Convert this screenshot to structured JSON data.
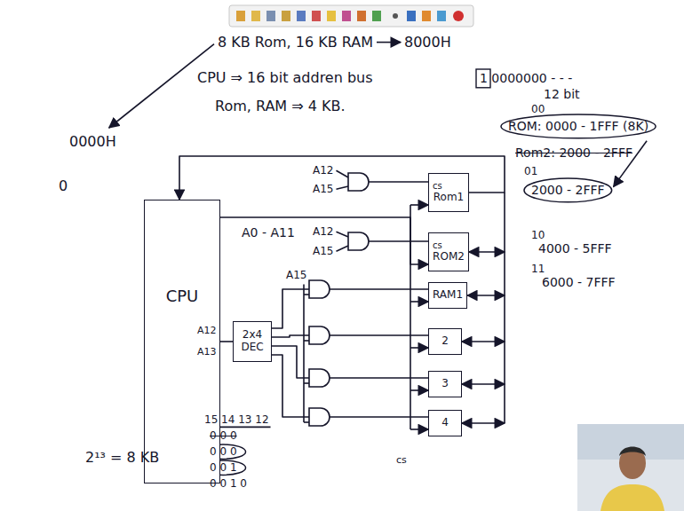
{
  "diagram": {
    "nodes": [
      {
        "text": [
          "CPU"
        ]
      },
      {
        "text": [
          "2x4 DEC"
        ]
      },
      {
        "text": [
          "cs",
          "Rom1"
        ]
      },
      {
        "text": [
          "cs",
          "ROM2"
        ]
      },
      {
        "text": [
          "RAM1"
        ]
      },
      {
        "text": [
          "2"
        ]
      },
      {
        "text": [
          "3"
        ]
      },
      {
        "text": [
          "4"
        ]
      }
    ],
    "edges": [
      {
        "from": 2,
        "to": 0,
        "arrow": "to"
      },
      {
        "from": 0,
        "to": 3,
        "arrow": "to"
      },
      {
        "from": 0,
        "to": 1,
        "arrow": "none"
      },
      {
        "from": 1,
        "to": 4,
        "arrow": "none"
      },
      {
        "from": 1,
        "to": 5,
        "arrow": "none"
      },
      {
        "from": 1,
        "to": 6,
        "arrow": "none"
      },
      {
        "from": 1,
        "to": 7,
        "arrow": "none"
      }
    ],
    "labels": [
      "8 KB Rom, 16 KB RAM",
      "8000H",
      "0000H",
      "CPU ⇒ 16 bit addren bus",
      "Rom, RAM ⇒ 4 KB.",
      "0",
      "1 0000000 - - -",
      "12 bit",
      "00",
      "ROM: 0000 - 1FFF (8K)",
      "Rom2: 2000 - 2FFF",
      "01",
      "2000 - 2FFF",
      "10",
      "4000 - 5FFF",
      "11",
      "6000 - 7FFF",
      "A12",
      "A15",
      "A0 - A11",
      "A12",
      "A15",
      "A15",
      "A12",
      "A13",
      "cs",
      "2¹³ = 8 KB",
      "15 14 13 12",
      "0 0 0",
      "0 0 0",
      "0 0 1",
      "0 0 1 0"
    ]
  }
}
